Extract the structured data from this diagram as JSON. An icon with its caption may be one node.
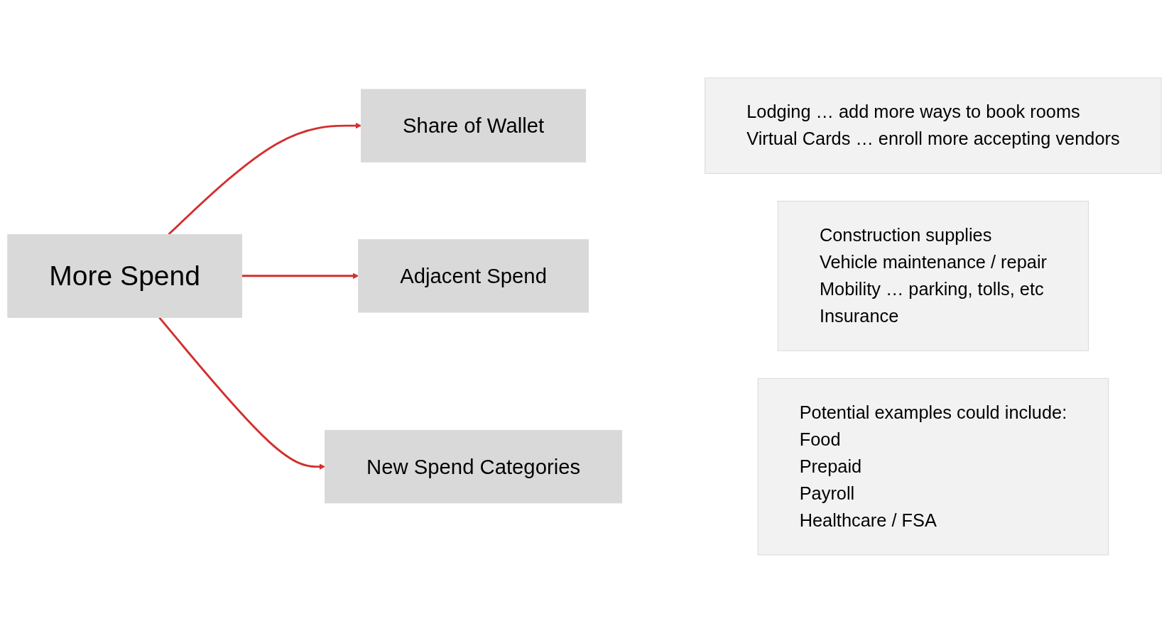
{
  "diagram": {
    "nodes": [
      {
        "text": [
          "More Spend"
        ]
      },
      {
        "text": [
          "Share of Wallet"
        ]
      },
      {
        "text": [
          "Lodging … add more ways to book rooms",
          "Virtual Cards … enroll more accepting vendors"
        ]
      },
      {
        "text": [
          "Adjacent Spend"
        ]
      },
      {
        "text": [
          "Construction supplies",
          "Vehicle maintenance / repair",
          "Mobility … parking, tolls, etc",
          "Insurance"
        ]
      },
      {
        "text": [
          "New Spend Categories"
        ]
      },
      {
        "text": [
          "Potential examples could include:",
          "Food",
          "Prepaid",
          "Payroll",
          "Healthcare / FSA"
        ]
      }
    ],
    "edges": [
      {
        "from": 0,
        "to": 1,
        "arrow": "to"
      },
      {
        "from": 0,
        "to": 3,
        "arrow": "to"
      },
      {
        "from": 0,
        "to": 5,
        "arrow": "to"
      }
    ]
  }
}
